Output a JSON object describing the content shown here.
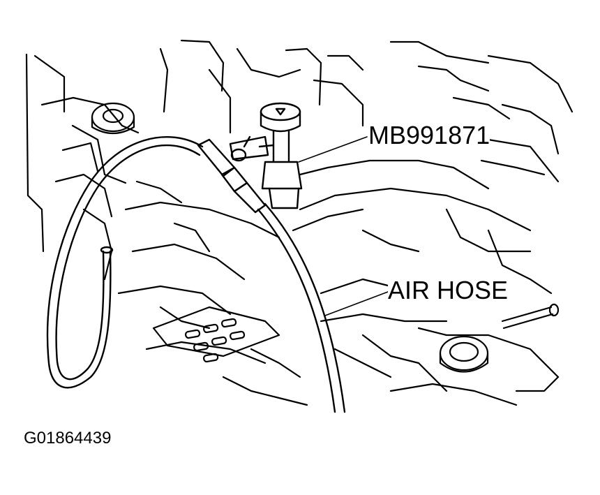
{
  "labels": {
    "tool": "MB991871",
    "air_hose": "AIR HOSE"
  },
  "figure_id": "G01864439",
  "colors": {
    "line": "#000000",
    "background": "#ffffff"
  }
}
